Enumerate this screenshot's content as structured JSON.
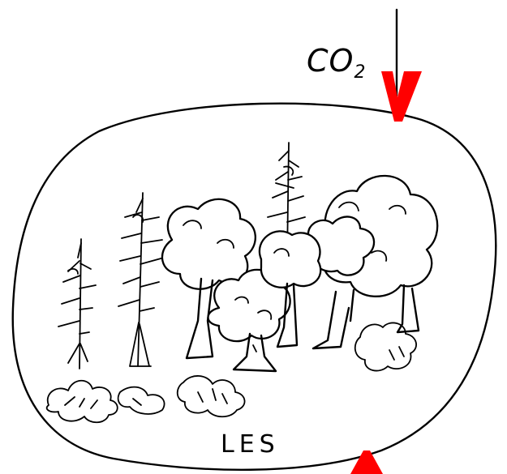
{
  "diagram": {
    "co2_label": "CO",
    "co2_subscript": "2",
    "forest_label": "LES",
    "arrow_color": "#ff0000",
    "ink_color": "#000000",
    "background": "#ffffff",
    "icons": [
      "co2-inflow-arrow",
      "co2-outflow-arrow",
      "conifer-tree-icon",
      "deciduous-tree-icon",
      "shrub-icon"
    ]
  }
}
